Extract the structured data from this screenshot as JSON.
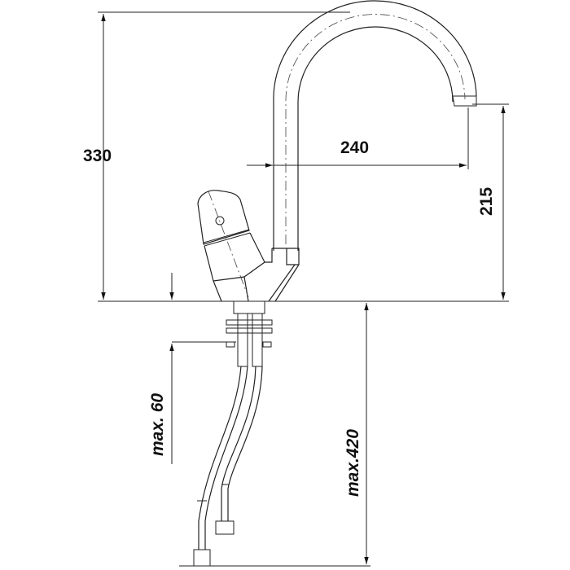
{
  "dimensions": {
    "total_height": "330",
    "spout_reach": "240",
    "spout_height": "215",
    "max_counter_thickness": "max. 60",
    "max_hose_length": "max.420"
  }
}
